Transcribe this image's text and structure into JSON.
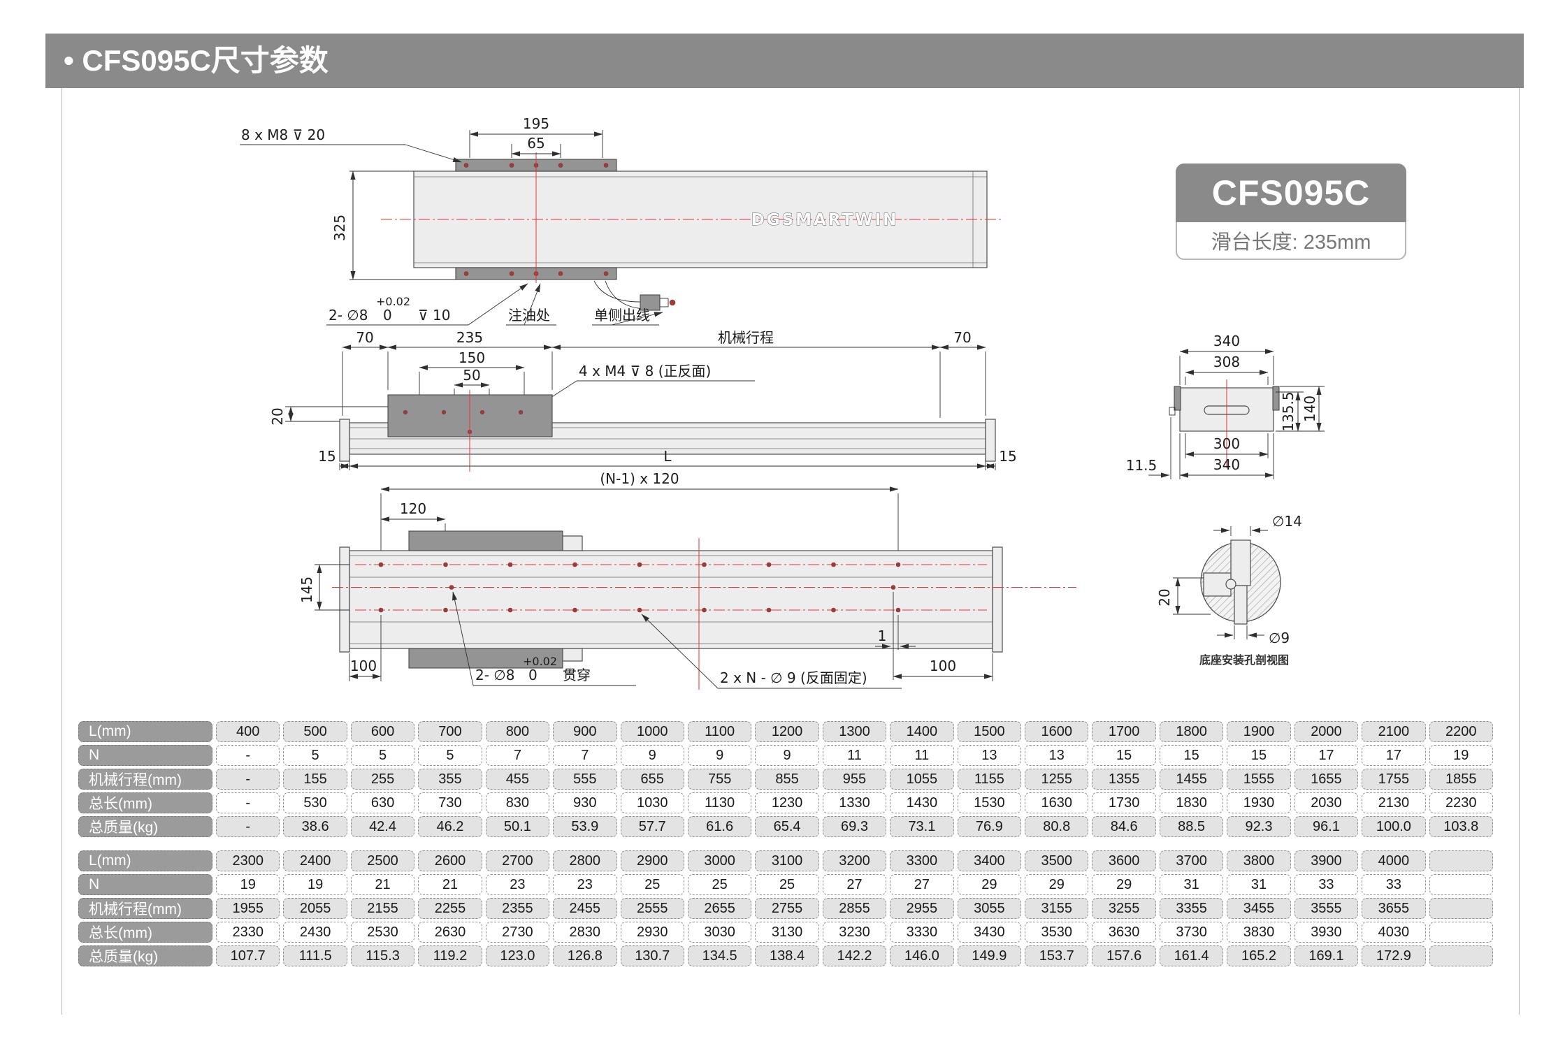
{
  "page": {
    "title": "• CFS095C尺寸参数"
  },
  "badge": {
    "model": "CFS095C",
    "subtitle": "滑台长度: 235mm"
  },
  "watermark": "DGSMARTWIN",
  "drawings": {
    "top_view": {
      "labels": {
        "thread_top": "8 x M8  ⊽ 20",
        "dim_195": "195",
        "dim_65": "65",
        "dim_325": "325",
        "pin_hole": "2- ∅8",
        "pin_tol_plus": "+0.02",
        "pin_tol_zero": "0",
        "pin_depth": "⊽ 10",
        "oil_port": "注油处",
        "cable_exit": "单侧出线"
      }
    },
    "side_view": {
      "labels": {
        "dim_70_left": "70",
        "dim_235": "235",
        "stroke_label": "机械行程",
        "dim_70_right": "70",
        "dim_150": "150",
        "dim_50": "50",
        "dim_20": "20",
        "thread_side": "4 x M4  ⊽ 8 (正反面)",
        "dim_15_left": "15",
        "dim_L": "L",
        "dim_15_right": "15"
      }
    },
    "bottom_view": {
      "labels": {
        "pitch_total": "(N-1) x 120",
        "dim_120": "120",
        "dim_145": "145",
        "dim_100_left": "100",
        "pin_hole": "2- ∅8",
        "pin_tol_plus": "+0.02",
        "pin_tol_zero": "0",
        "pin_through": "贯穿",
        "mount_holes": "2 x N - ∅ 9 (反面固定)",
        "dim_1": "1",
        "dim_100_right": "100"
      }
    },
    "end_view": {
      "labels": {
        "dim_340_top": "340",
        "dim_308": "308",
        "dim_135_5": "135.5",
        "dim_140": "140",
        "dim_300": "300",
        "dim_340_bottom": "340",
        "dim_11_5": "11.5"
      }
    },
    "hole_detail": {
      "labels": {
        "dia_14": "∅14",
        "dia_9": "∅9",
        "dim_20": "20",
        "caption": "底座安装孔剖视图"
      }
    }
  },
  "table1": {
    "row_labels": [
      "L(mm)",
      "N",
      "机械行程(mm)",
      "总长(mm)",
      "总质量(kg)"
    ],
    "rows": [
      [
        "400",
        "500",
        "600",
        "700",
        "800",
        "900",
        "1000",
        "1100",
        "1200",
        "1300",
        "1400",
        "1500",
        "1600",
        "1700",
        "1800",
        "1900",
        "2000",
        "2100",
        "2200"
      ],
      [
        "-",
        "5",
        "5",
        "5",
        "7",
        "7",
        "9",
        "9",
        "9",
        "11",
        "11",
        "13",
        "13",
        "15",
        "15",
        "15",
        "17",
        "17",
        "19"
      ],
      [
        "-",
        "155",
        "255",
        "355",
        "455",
        "555",
        "655",
        "755",
        "855",
        "955",
        "1055",
        "1155",
        "1255",
        "1355",
        "1455",
        "1555",
        "1655",
        "1755",
        "1855"
      ],
      [
        "-",
        "530",
        "630",
        "730",
        "830",
        "930",
        "1030",
        "1130",
        "1230",
        "1330",
        "1430",
        "1530",
        "1630",
        "1730",
        "1830",
        "1930",
        "2030",
        "2130",
        "2230"
      ],
      [
        "-",
        "38.6",
        "42.4",
        "46.2",
        "50.1",
        "53.9",
        "57.7",
        "61.6",
        "65.4",
        "69.3",
        "73.1",
        "76.9",
        "80.8",
        "84.6",
        "88.5",
        "92.3",
        "96.1",
        "100.0",
        "103.8"
      ]
    ]
  },
  "table2": {
    "row_labels": [
      "L(mm)",
      "N",
      "机械行程(mm)",
      "总长(mm)",
      "总质量(kg)"
    ],
    "rows": [
      [
        "2300",
        "2400",
        "2500",
        "2600",
        "2700",
        "2800",
        "2900",
        "3000",
        "3100",
        "3200",
        "3300",
        "3400",
        "3500",
        "3600",
        "3700",
        "3800",
        "3900",
        "4000",
        ""
      ],
      [
        "19",
        "19",
        "21",
        "21",
        "23",
        "23",
        "25",
        "25",
        "25",
        "27",
        "27",
        "29",
        "29",
        "29",
        "31",
        "31",
        "33",
        "33",
        ""
      ],
      [
        "1955",
        "2055",
        "2155",
        "2255",
        "2355",
        "2455",
        "2555",
        "2655",
        "2755",
        "2855",
        "2955",
        "3055",
        "3155",
        "3255",
        "3355",
        "3455",
        "3555",
        "3655",
        ""
      ],
      [
        "2330",
        "2430",
        "2530",
        "2630",
        "2730",
        "2830",
        "2930",
        "3030",
        "3130",
        "3230",
        "3330",
        "3430",
        "3530",
        "3630",
        "3730",
        "3830",
        "3930",
        "4030",
        ""
      ],
      [
        "107.7",
        "111.5",
        "115.3",
        "119.2",
        "123.0",
        "126.8",
        "130.7",
        "134.5",
        "138.4",
        "142.2",
        "146.0",
        "149.9",
        "153.7",
        "157.6",
        "161.4",
        "165.2",
        "169.1",
        "172.9",
        ""
      ]
    ]
  }
}
